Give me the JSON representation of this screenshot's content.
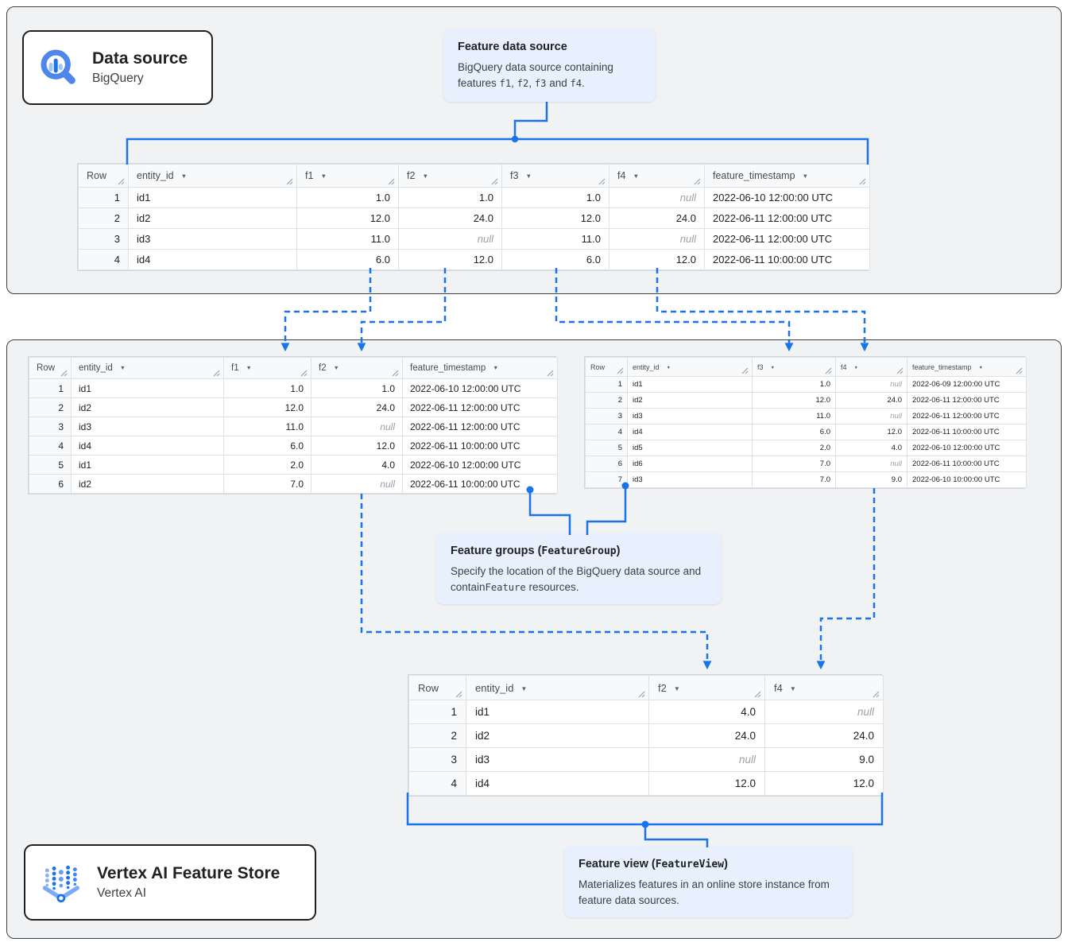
{
  "colors": {
    "accent": "#1a73e8",
    "callout_bg": "#e8f0fe",
    "box_fill": "#f0f2f4"
  },
  "cards": {
    "data_source": {
      "title": "Data source",
      "subtitle": "BigQuery"
    },
    "feature_store": {
      "title": "Vertex AI Feature Store",
      "subtitle": "Vertex AI"
    }
  },
  "callouts": {
    "feature_data_source": {
      "title": [
        {
          "t": "Feature data source"
        }
      ],
      "body": [
        {
          "t": "BigQuery data source containing features "
        },
        {
          "t": "f1",
          "mono": true
        },
        {
          "t": ", "
        },
        {
          "t": "f2",
          "mono": true
        },
        {
          "t": ", "
        },
        {
          "t": "f3",
          "mono": true
        },
        {
          "t": " and "
        },
        {
          "t": "f4",
          "mono": true
        },
        {
          "t": "."
        }
      ]
    },
    "feature_groups": {
      "title": [
        {
          "t": "Feature groups ("
        },
        {
          "t": "FeatureGroup",
          "mono": true
        },
        {
          "t": ")"
        }
      ],
      "body": [
        {
          "t": "Specify the location of the BigQuery data source and contain"
        },
        {
          "t": "Feature",
          "mono": true
        },
        {
          "t": " resources."
        }
      ]
    },
    "feature_view": {
      "title": [
        {
          "t": "Feature view ("
        },
        {
          "t": "FeatureView",
          "mono": true
        },
        {
          "t": ")"
        }
      ],
      "body": [
        {
          "t": "Materializes features in an online store instance from feature data sources."
        }
      ]
    }
  },
  "tables": {
    "source": {
      "columns": [
        {
          "label": "Row",
          "sort": false
        },
        {
          "label": "entity_id",
          "sort": true
        },
        {
          "label": "f1",
          "sort": true
        },
        {
          "label": "f2",
          "sort": true
        },
        {
          "label": "f3",
          "sort": true
        },
        {
          "label": "f4",
          "sort": true
        },
        {
          "label": "feature_timestamp",
          "sort": true
        }
      ],
      "rows": [
        [
          "1",
          "id1",
          "1.0",
          "1.0",
          "1.0",
          "null",
          "2022-06-10 12:00:00 UTC"
        ],
        [
          "2",
          "id2",
          "12.0",
          "24.0",
          "12.0",
          "24.0",
          "2022-06-11 12:00:00 UTC"
        ],
        [
          "3",
          "id3",
          "11.0",
          "null",
          "11.0",
          "null",
          "2022-06-11 12:00:00 UTC"
        ],
        [
          "4",
          "id4",
          "6.0",
          "12.0",
          "6.0",
          "12.0",
          "2022-06-11 10:00:00 UTC"
        ]
      ]
    },
    "group_f1f2": {
      "columns": [
        {
          "label": "Row",
          "sort": false
        },
        {
          "label": "entity_id",
          "sort": true
        },
        {
          "label": "f1",
          "sort": true
        },
        {
          "label": "f2",
          "sort": true
        },
        {
          "label": "feature_timestamp",
          "sort": true
        }
      ],
      "rows": [
        [
          "1",
          "id1",
          "1.0",
          "1.0",
          "2022-06-10 12:00:00 UTC"
        ],
        [
          "2",
          "id2",
          "12.0",
          "24.0",
          "2022-06-11 12:00:00 UTC"
        ],
        [
          "3",
          "id3",
          "11.0",
          "null",
          "2022-06-11 12:00:00 UTC"
        ],
        [
          "4",
          "id4",
          "6.0",
          "12.0",
          "2022-06-11 10:00:00 UTC"
        ],
        [
          "5",
          "id1",
          "2.0",
          "4.0",
          "2022-06-10 12:00:00 UTC"
        ],
        [
          "6",
          "id2",
          "7.0",
          "null",
          "2022-06-11 10:00:00 UTC"
        ]
      ]
    },
    "group_f3f4": {
      "columns": [
        {
          "label": "Row",
          "sort": false
        },
        {
          "label": "entity_id",
          "sort": true
        },
        {
          "label": "f3",
          "sort": true
        },
        {
          "label": "f4",
          "sort": true
        },
        {
          "label": "feature_timestamp",
          "sort": true
        }
      ],
      "rows": [
        [
          "1",
          "id1",
          "1.0",
          "null",
          "2022-06-09 12:00:00 UTC"
        ],
        [
          "2",
          "id2",
          "12.0",
          "24.0",
          "2022-06-11 12:00:00 UTC"
        ],
        [
          "3",
          "id3",
          "11.0",
          "null",
          "2022-06-11 12:00:00 UTC"
        ],
        [
          "4",
          "id4",
          "6.0",
          "12.0",
          "2022-06-11 10:00:00 UTC"
        ],
        [
          "5",
          "id5",
          "2.0",
          "4.0",
          "2022-06-10 12:00:00 UTC"
        ],
        [
          "6",
          "id6",
          "7.0",
          "null",
          "2022-06-11 10:00:00 UTC"
        ],
        [
          "7",
          "id3",
          "7.0",
          "9.0",
          "2022-06-10 10:00:00 UTC"
        ]
      ]
    },
    "view_f2f4": {
      "columns": [
        {
          "label": "Row",
          "sort": false
        },
        {
          "label": "entity_id",
          "sort": true
        },
        {
          "label": "f2",
          "sort": true
        },
        {
          "label": "f4",
          "sort": true
        }
      ],
      "rows": [
        [
          "1",
          "id1",
          "4.0",
          "null"
        ],
        [
          "2",
          "id2",
          "24.0",
          "24.0"
        ],
        [
          "3",
          "id3",
          "null",
          "9.0"
        ],
        [
          "4",
          "id4",
          "12.0",
          "12.0"
        ]
      ]
    }
  }
}
